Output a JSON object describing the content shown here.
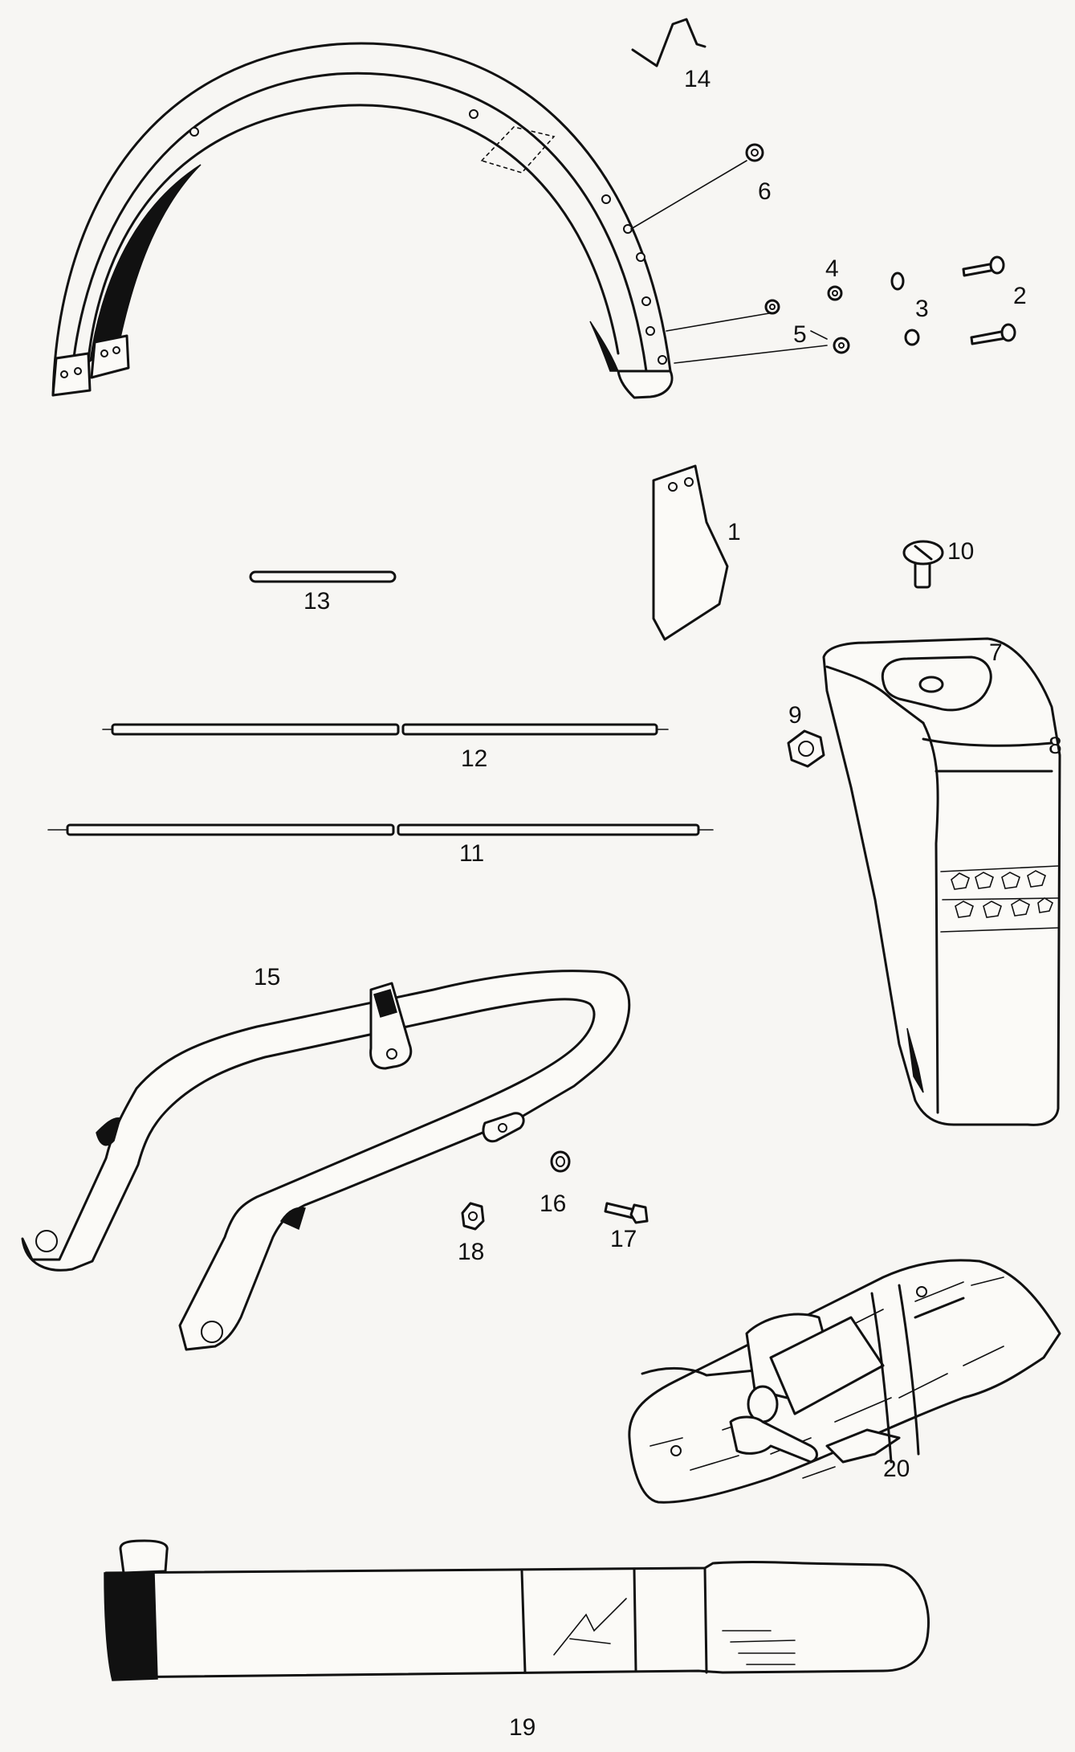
{
  "diagram": {
    "type": "exploded-parts-drawing",
    "labels": {
      "p1": "1",
      "p2": "2",
      "p3": "3",
      "p4": "4",
      "p5": "5",
      "p6": "6",
      "p7": "7",
      "p8": "8",
      "p9": "9",
      "p10": "10",
      "p11": "11",
      "p12": "12",
      "p13": "13",
      "p14": "14",
      "p15": "15",
      "p16": "16",
      "p17": "17",
      "p18": "18",
      "p19": "19",
      "p20": "20"
    }
  }
}
